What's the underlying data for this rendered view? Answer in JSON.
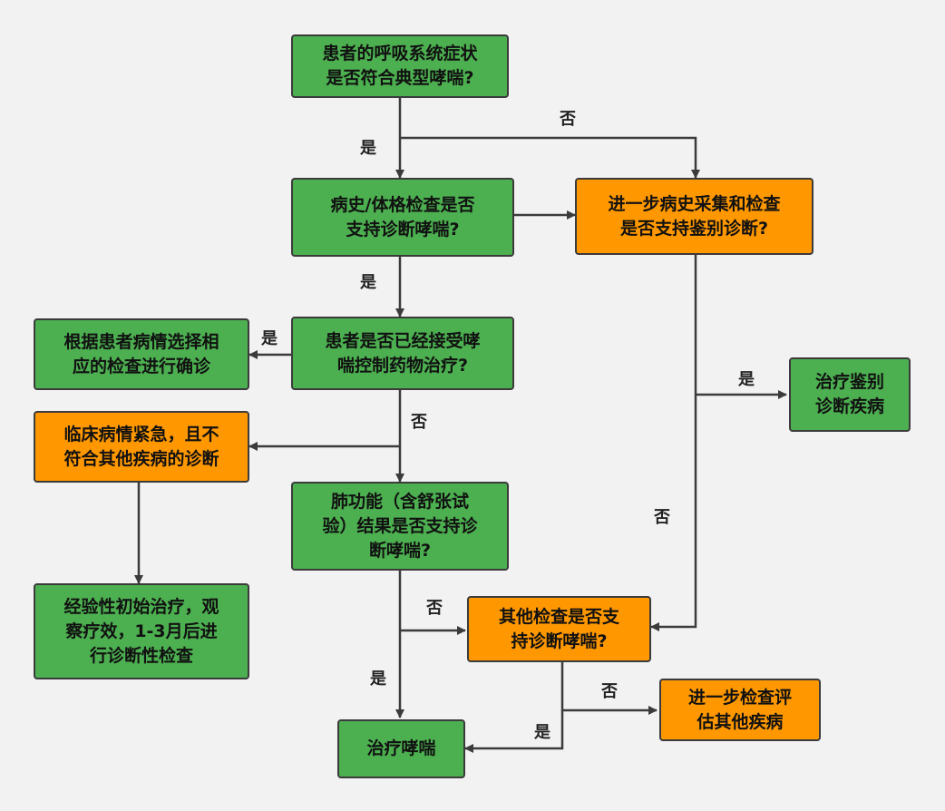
{
  "colors": {
    "green": "#4caf50",
    "orange": "#ff9800",
    "line": "#3b3b3b"
  },
  "nodes": {
    "typical_symptoms": {
      "l1": "患者的呼吸系统症状",
      "l2": "是否符合典型哮喘?"
    },
    "history_exam": {
      "l1": "病史/体格检查是否",
      "l2": "支持诊断哮喘?"
    },
    "further_history": {
      "l1": "进一步病史采集和检查",
      "l2": "是否支持鉴别诊断?"
    },
    "received_treatment": {
      "l1": "患者是否已经接受哮",
      "l2": "喘控制药物治疗?"
    },
    "select_exams": {
      "l1": "根据患者病情选择相",
      "l2": "应的检查进行确诊"
    },
    "urgent": {
      "l1": "临床病情紧急，且不",
      "l2": "符合其他疾病的诊断"
    },
    "empirical": {
      "l1": "经验性初始治疗，观",
      "l2": "察疗效，1-3月后进",
      "l3": "行诊断性检查"
    },
    "lung_function": {
      "l1": "肺功能（含舒张试",
      "l2": "验）结果是否支持诊",
      "l3": "断哮喘?"
    },
    "treat_differential": {
      "l1": "治疗鉴别",
      "l2": "诊断疾病"
    },
    "other_exams": {
      "l1": "其他检查是否支",
      "l2": "持诊断哮喘?"
    },
    "treat_asthma": {
      "l1": "治疗哮喘"
    },
    "further_eval": {
      "l1": "进一步检查评",
      "l2": "估其他疾病"
    }
  },
  "labels": {
    "yes": "是",
    "no": "否"
  }
}
